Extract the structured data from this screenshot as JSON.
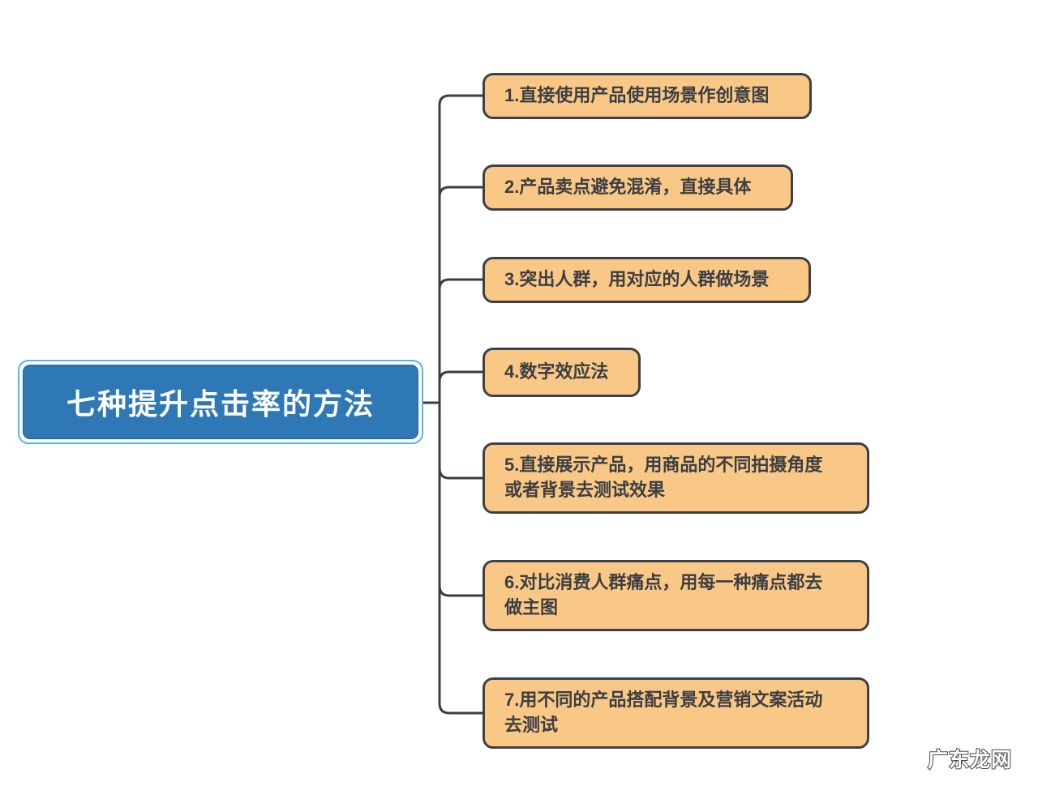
{
  "root_node": {
    "label": "七种提升点击率的方法"
  },
  "branch_nodes": [
    {
      "label": "1.直接使用产品使用场景作创意图"
    },
    {
      "label": "2.产品卖点避免混淆，直接具体"
    },
    {
      "label": "3.突出人群，用对应的人群做场景"
    },
    {
      "label": "4.数字效应法"
    },
    {
      "label": "5.直接展示产品，用商品的不同拍摄角度\n或者背景去测试效果"
    },
    {
      "label": "6.对比消费人群痛点，用每一种痛点都去\n做主图"
    },
    {
      "label": "7.用不同的产品搭配背景及营销文案活动\n去测试"
    }
  ],
  "watermark": {
    "text": "广东龙网"
  },
  "colors": {
    "node_fill": "#F9C886",
    "node_border": "#3D4045",
    "node_text": "#3B3E43",
    "connector": "#3A3D42",
    "root_fill": "#2E78B6",
    "root_selection": "#57B5E9"
  }
}
